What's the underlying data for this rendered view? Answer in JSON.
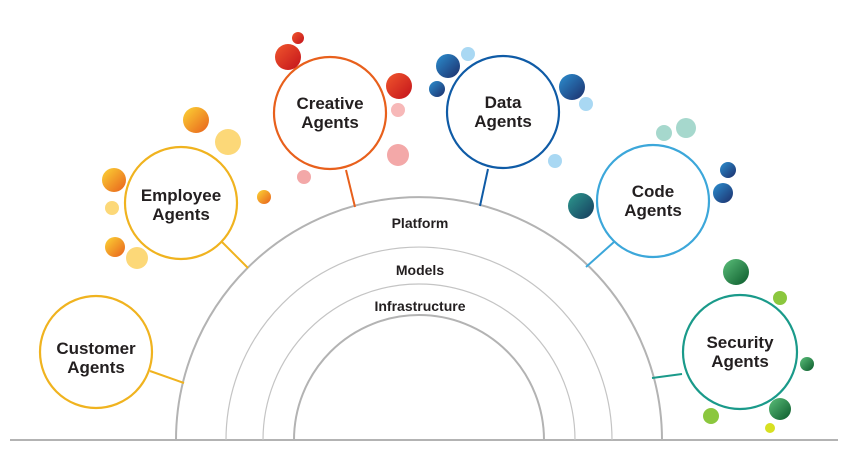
{
  "layers": {
    "platform": "Platform",
    "models": "Models",
    "infrastructure": "Infrastructure"
  },
  "agents": {
    "customer": {
      "line1": "Customer",
      "line2": "Agents",
      "color": "#f0b31f"
    },
    "employee": {
      "line1": "Employee",
      "line2": "Agents",
      "color": "#f0b31f"
    },
    "creative": {
      "line1": "Creative",
      "line2": "Agents",
      "color": "#e8601c"
    },
    "data": {
      "line1": "Data",
      "line2": "Agents",
      "color": "#0f5ba6"
    },
    "code": {
      "line1": "Code",
      "line2": "Agents",
      "color": "#3ca7da"
    },
    "security": {
      "line1": "Security",
      "line2": "Agents",
      "color": "#1a9a8a"
    }
  },
  "colors": {
    "arc": "#b3b3b3",
    "text": "#231f20"
  }
}
